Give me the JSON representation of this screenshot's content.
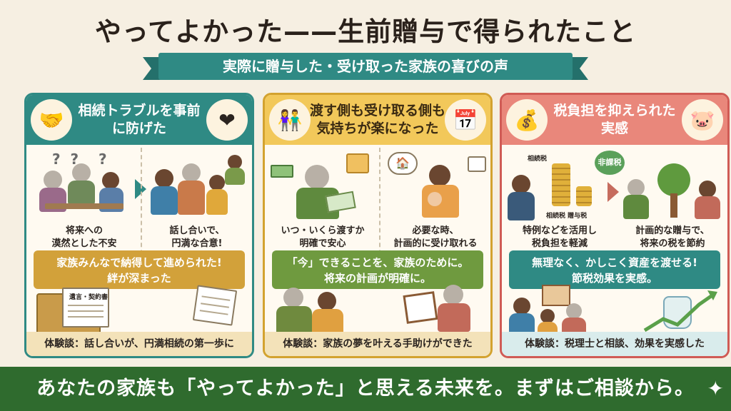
{
  "title": "やってよかった——生前贈与で得られたこと",
  "subtitle": "実際に贈与した・受け取った家族の喜びの声",
  "cards": [
    {
      "title": "相続トラブルを事前に防げた",
      "icon_left": "handshake-icon",
      "icon_right": "heart-hands-icon",
      "left_caption": "将来への\n漠然とした不安",
      "right_caption": "話し合いで、\n円満な合意!",
      "doc_label": "遺言・契約書",
      "banner": "家族みんなで納得して進められた!\n絆が深まった",
      "footer": "体験談：話し合いが、円満相続の第一歩に"
    },
    {
      "title": "渡す側も受け取る側も気持ちが楽になった",
      "icon_left": "couple-icon",
      "icon_right": "calendar-icon",
      "left_caption": "いつ・いくら渡すか\n明確で安心",
      "right_caption": "必要な時、\n計画的に受け取れる",
      "banner": "「今」できることを、家族のために。\n将来の計画が明確に。",
      "footer": "体験談：家族の夢を叶える手助けができた"
    },
    {
      "title": "税負担を抑えられた実感",
      "icon_left": "coins-growth-icon",
      "icon_right": "piggy-bank-icon",
      "label_inheritance_tax": "相続税",
      "label_tax_free": "非課税",
      "label_compare": "相続税 贈与税",
      "left_caption": "特例などを活用し\n税負担を軽減",
      "right_caption": "計画的な贈与で、\n将来の税を節約",
      "banner": "無理なく、かしこく資産を渡せる!\n節税効果を実感。",
      "footer": "体験談：税理士と相談、効果を実感した"
    }
  ],
  "bottom_message": "あなたの家族も「やってよかった」と思える未来を。まずはご相談から。",
  "colors": {
    "teal": "#2f8a84",
    "gold": "#d3a22f",
    "coral": "#d05b55",
    "green_bar": "#2f6b2e",
    "background": "#f6efe2"
  }
}
